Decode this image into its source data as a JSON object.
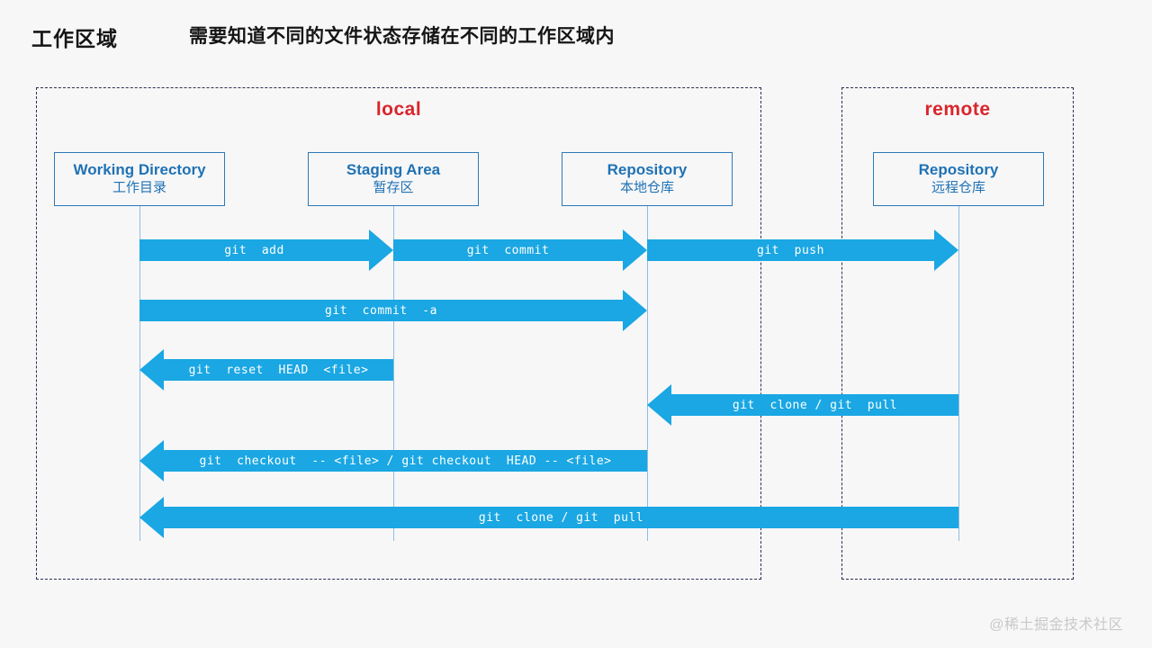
{
  "header": {
    "title": "工作区域",
    "subtitle": "需要知道不同的文件状态存储在不同的工作区域内"
  },
  "groups": {
    "local": {
      "label": "local"
    },
    "remote": {
      "label": "remote"
    }
  },
  "entities": [
    {
      "id": "working_directory",
      "en": "Working Directory",
      "zh": "工作目录"
    },
    {
      "id": "staging_area",
      "en": "Staging Area",
      "zh": "暂存区"
    },
    {
      "id": "repository_local",
      "en": "Repository",
      "zh": "本地仓库"
    },
    {
      "id": "repository_remote",
      "en": "Repository",
      "zh": "远程仓库"
    }
  ],
  "arrows": [
    {
      "label": "git  add",
      "from": "working_directory",
      "to": "staging_area",
      "row": 1
    },
    {
      "label": "git  commit",
      "from": "staging_area",
      "to": "repository_local",
      "row": 1
    },
    {
      "label": "git  push",
      "from": "repository_local",
      "to": "repository_remote",
      "row": 1
    },
    {
      "label": "git  commit  -a",
      "from": "working_directory",
      "to": "repository_local",
      "row": 2
    },
    {
      "label": "git  reset  HEAD  <file>",
      "from": "staging_area",
      "to": "working_directory",
      "row": 3
    },
    {
      "label": "git  clone / git  pull",
      "from": "repository_remote",
      "to": "repository_local",
      "row": 4
    },
    {
      "label": "git  checkout  -- <file> / git checkout  HEAD -- <file>",
      "from": "repository_local",
      "to": "working_directory",
      "row": 5
    },
    {
      "label": "git  clone / git  pull",
      "from": "repository_remote",
      "to": "working_directory",
      "row": 6
    }
  ],
  "watermark": "@稀土掘金技术社区",
  "colors": {
    "arrow": "#1aa7e3",
    "entity_blue": "#1f72b4",
    "group_label_red": "#d9252b",
    "dashed_border": "#2b3150",
    "lifeline": "#8fbcdf",
    "watermark": "#c9c9c9"
  }
}
